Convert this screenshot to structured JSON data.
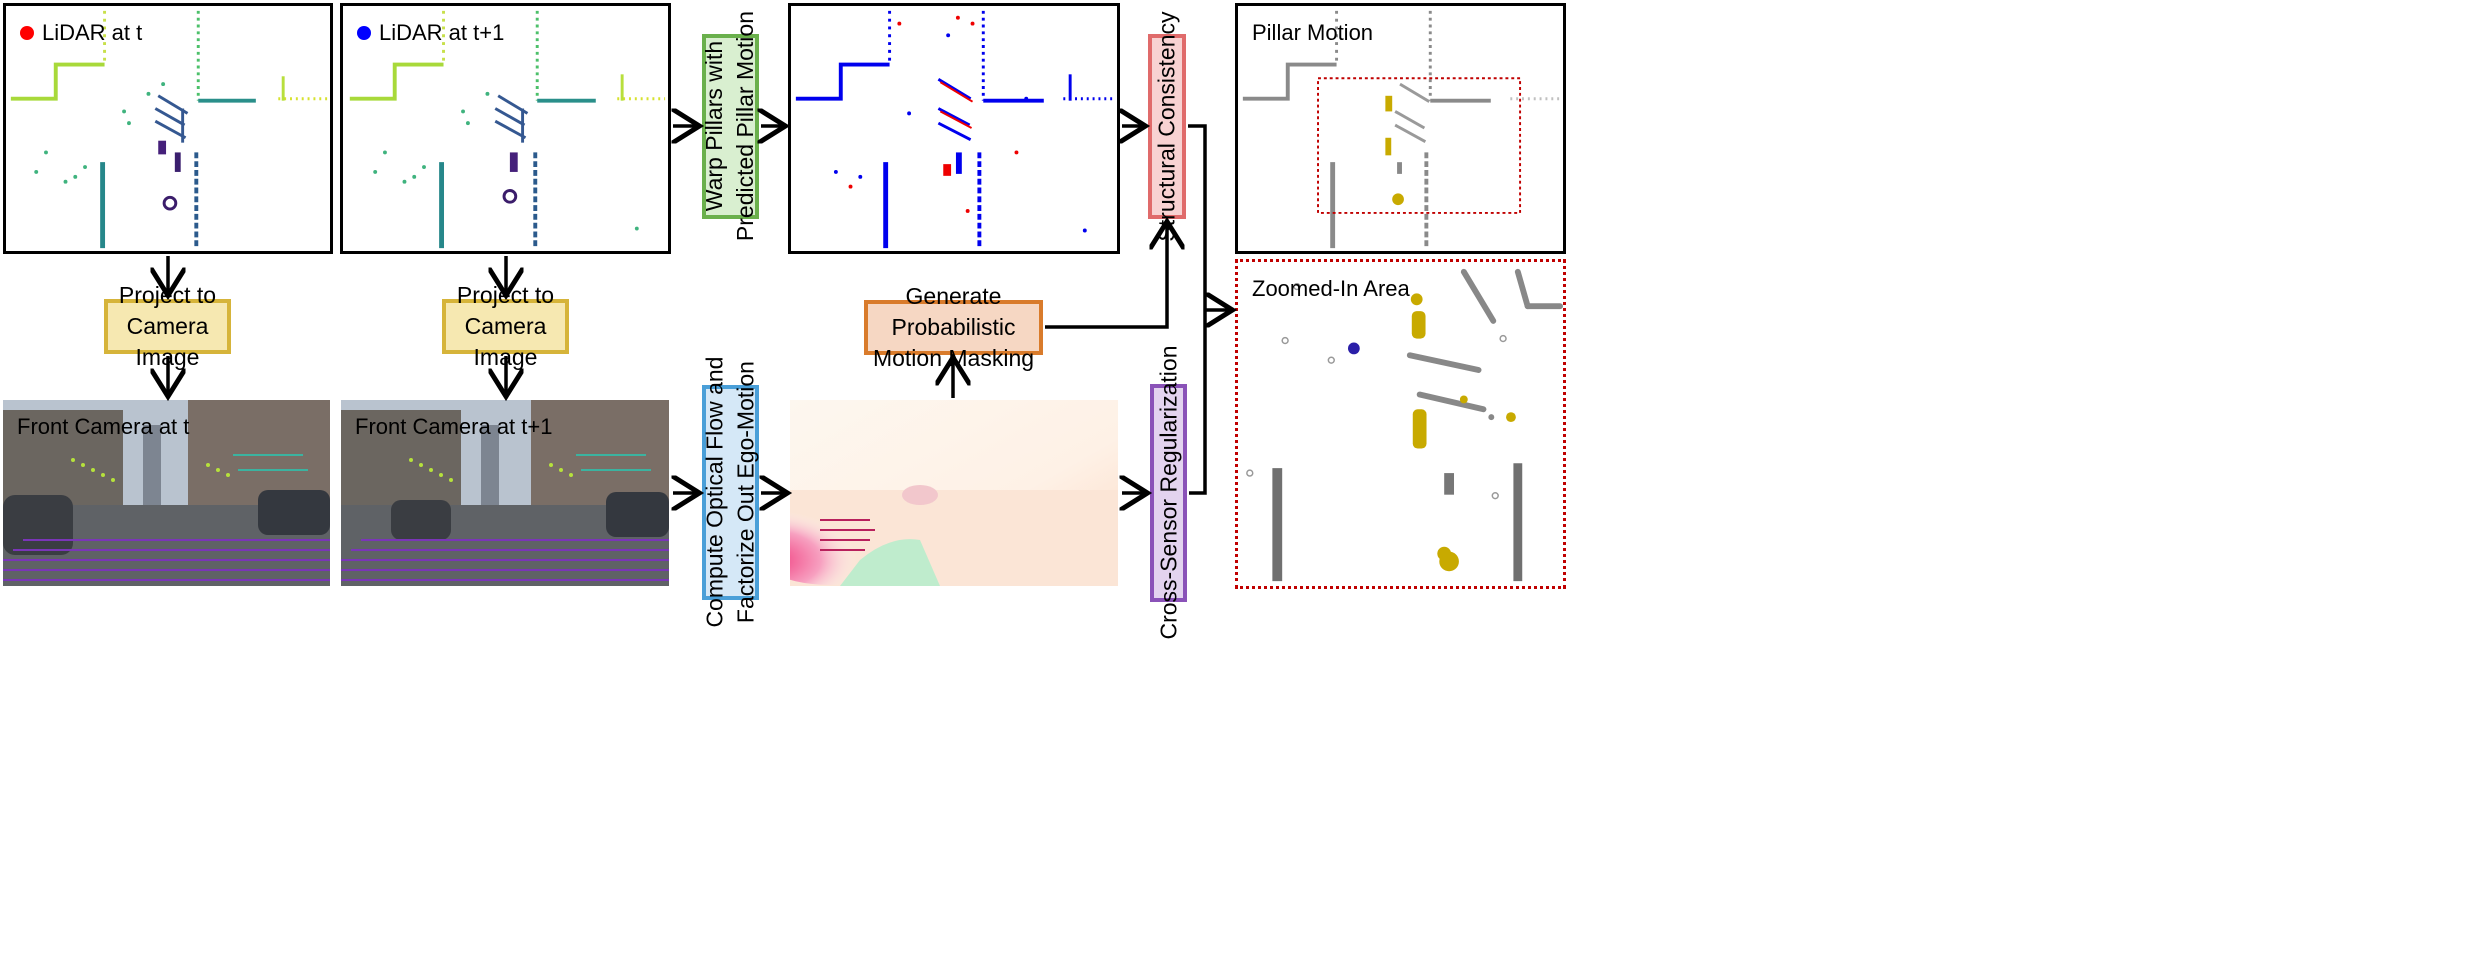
{
  "panels": {
    "lidar_t": {
      "label": "LiDAR at t",
      "dot_color": "#ff0000"
    },
    "lidar_t1": {
      "label": "LiDAR at t+1",
      "dot_color": "#0000ff"
    },
    "pillar_motion": {
      "label": "Pillar Motion"
    },
    "zoomed": {
      "label": "Zoomed-In Area"
    },
    "camera_t": {
      "label": "Front Camera at t"
    },
    "camera_t1": {
      "label": "Front Camera at t+1"
    }
  },
  "boxes": {
    "project_t": {
      "line1": "Project to",
      "line2": "Camera Image",
      "fill": "#f6e8b1",
      "border": "#d6b43a"
    },
    "project_t1": {
      "line1": "Project to",
      "line2": "Camera Image",
      "fill": "#f6e8b1",
      "border": "#d6b43a"
    },
    "warp": {
      "line1": "Warp Pillars with",
      "line2": "Predicted Pillar Motion",
      "fill": "#d9efd0",
      "border": "#6ab04c"
    },
    "structural": {
      "line1": "Structural Consistency",
      "fill": "#f8d2d2",
      "border": "#e06b6b"
    },
    "generate": {
      "line1": "Generate Probabilistic",
      "line2": "Motion Masking",
      "fill": "#f6d7c3",
      "border": "#d97b2b"
    },
    "optical": {
      "line1": "Compute Optical Flow and",
      "line2": "Factorize Out Ego-Motion",
      "fill": "#d5e8f7",
      "border": "#4a9fd8"
    },
    "cross": {
      "line1": "Cross-Sensor Regularization",
      "fill": "#e3d3ef",
      "border": "#8a52b8"
    }
  },
  "colors": {
    "arrow": "#000000",
    "zoom_frame": "#c00000"
  }
}
